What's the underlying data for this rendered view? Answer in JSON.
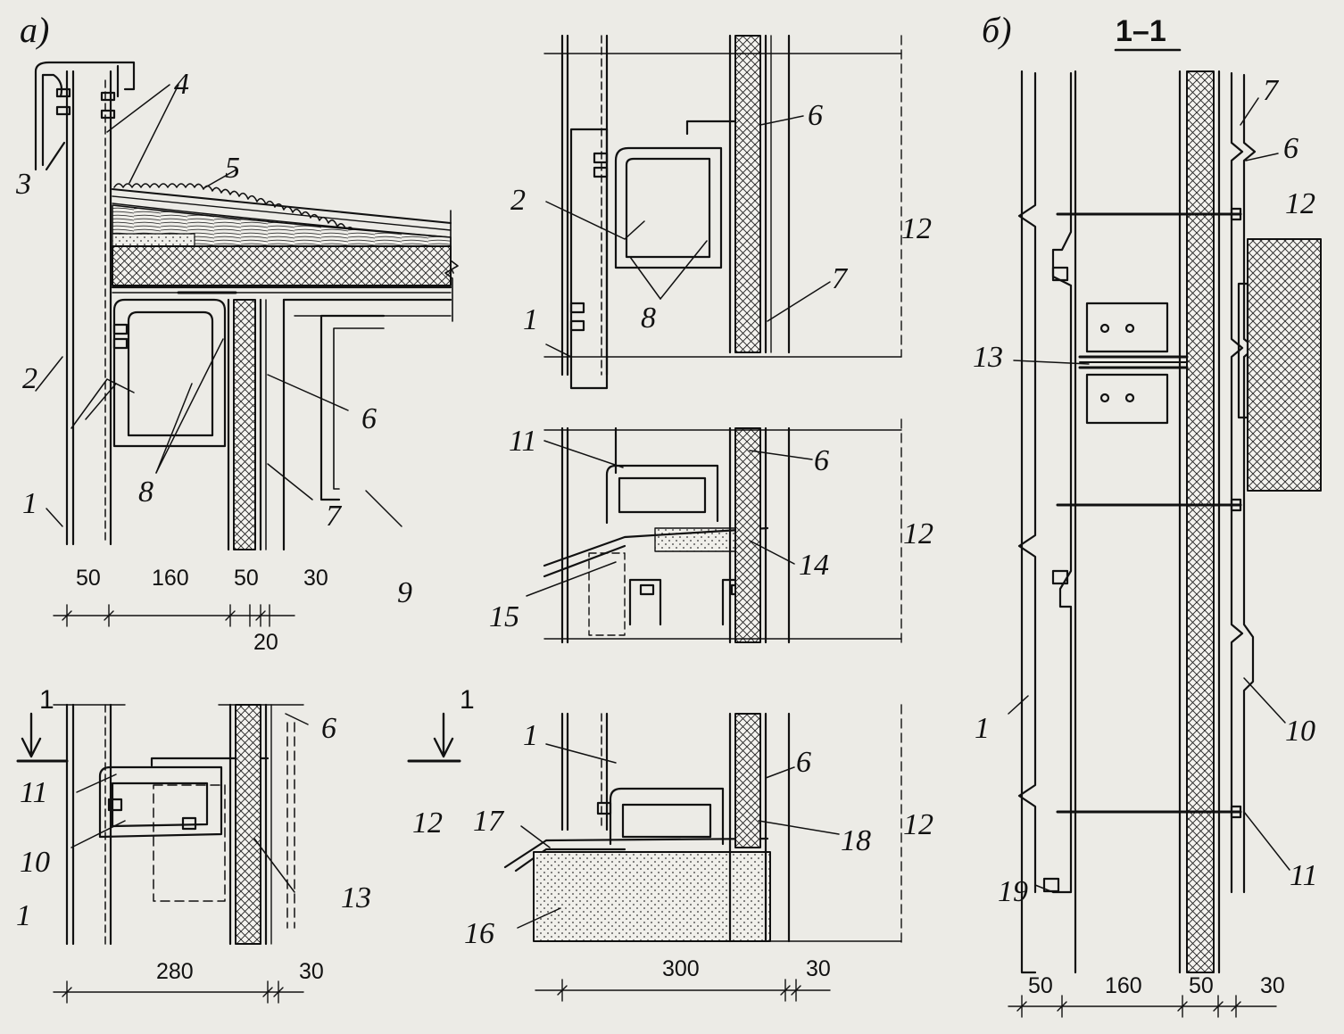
{
  "panels": {
    "a": "а)",
    "b": "б)",
    "section": "1–1",
    "cut_mark": "1"
  },
  "callouts": [
    "1",
    "2",
    "3",
    "4",
    "5",
    "6",
    "7",
    "8",
    "9",
    "10",
    "11",
    "12",
    "13",
    "14",
    "15",
    "16",
    "17",
    "18",
    "19"
  ],
  "dims": {
    "a_top": [
      "50",
      "160",
      "50",
      "30",
      "20"
    ],
    "a_bottom": [
      "280",
      "30"
    ],
    "mid_bottom": [
      "300",
      "30"
    ],
    "b_bottom": [
      "50",
      "160",
      "50",
      "30"
    ]
  }
}
